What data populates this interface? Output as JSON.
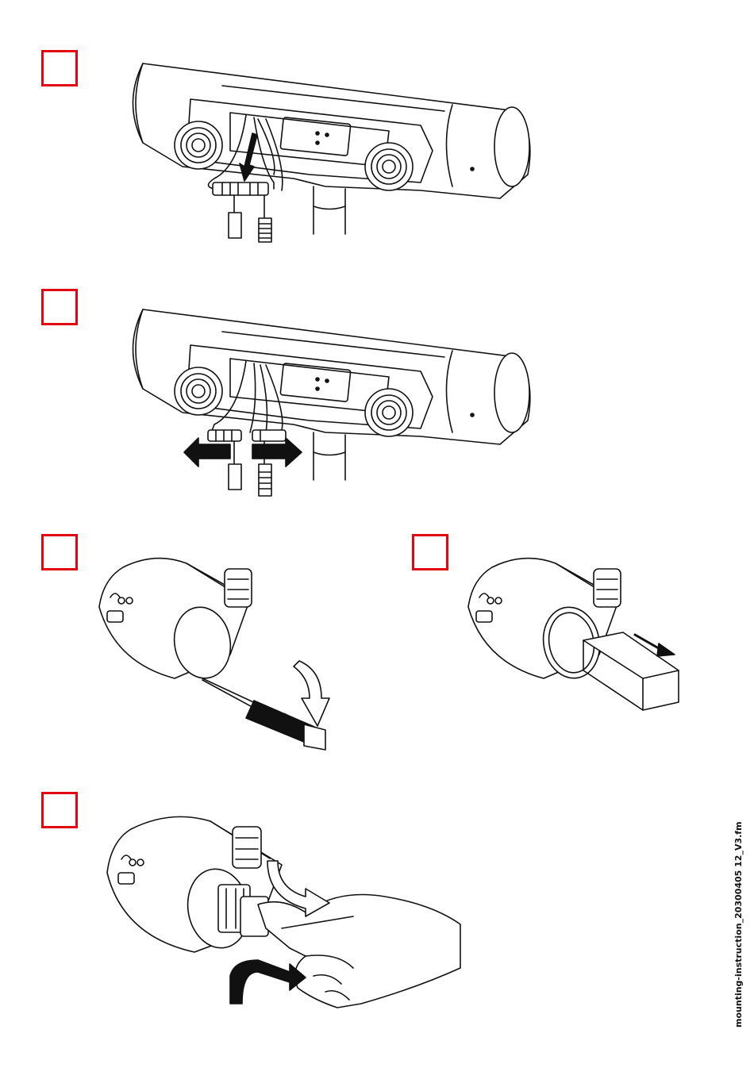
{
  "footer": {
    "filename": "mounting-instruction_20300405 12_V3.fm"
  },
  "steps": [
    {
      "id": "step-1",
      "figure": "plug-disconnect-arrow-down"
    },
    {
      "id": "step-2",
      "figure": "plug-pull-apart-arrows"
    },
    {
      "id": "step-3",
      "figure": "pry-cap-with-screwdriver"
    },
    {
      "id": "step-4",
      "figure": "slide-insert-out"
    },
    {
      "id": "step-5",
      "figure": "remove-electronics-by-hand"
    }
  ],
  "colors": {
    "step_box": "#e30613",
    "line": "#111111"
  }
}
